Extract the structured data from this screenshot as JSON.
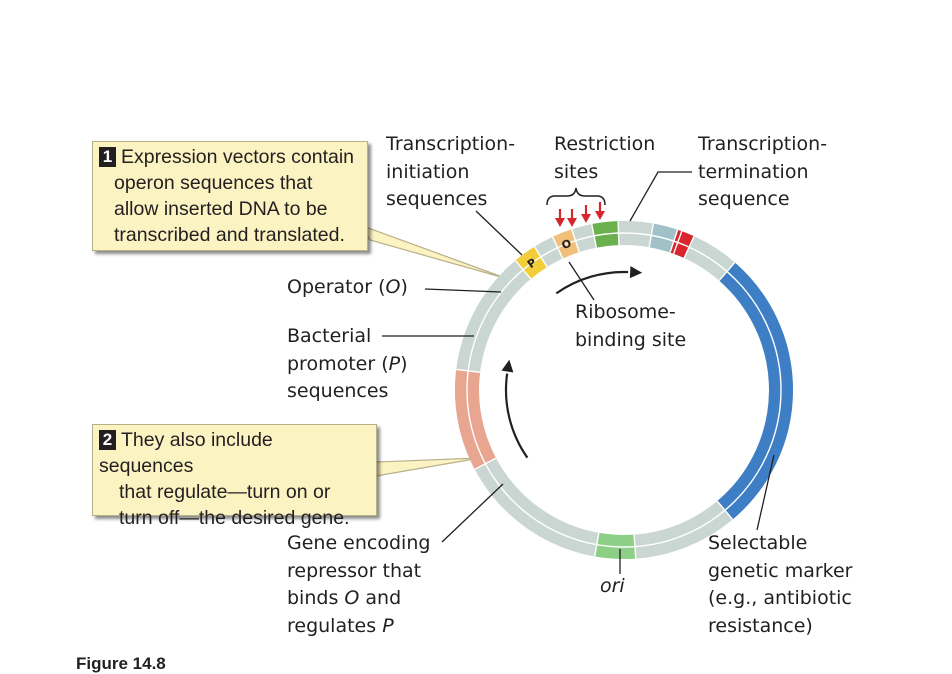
{
  "callouts": [
    {
      "number": "1",
      "lines": [
        "Expression vectors contain",
        "operon sequences that",
        "allow inserted DNA to be",
        "transcribed and translated."
      ]
    },
    {
      "number": "2",
      "lines": [
        "They also include sequences",
        "that regulate—turn on or",
        "turn off—the desired gene."
      ]
    }
  ],
  "labels": {
    "transcription_initiation": [
      "Transcription-",
      "initiation",
      "sequences"
    ],
    "restriction_sites": [
      "Restriction",
      "sites"
    ],
    "transcription_termination": [
      "Transcription-",
      "termination",
      "sequence"
    ],
    "operator": {
      "text": "Operator (",
      "italic": "O",
      "end": ")"
    },
    "promoter": {
      "line1": "Bacterial",
      "line2_text": "promoter (",
      "line2_italic": "P",
      "line2_end": ")",
      "line3": "sequences"
    },
    "ribosome_binding": [
      "Ribosome-",
      "binding site"
    ],
    "gene_repressor": {
      "line1": "Gene encoding",
      "line2": "repressor that",
      "line3_text": "binds ",
      "line3_italic": "O",
      "line3_end": " and",
      "line4_text": "regulates ",
      "line4_italic": "P"
    },
    "ori": "ori",
    "selectable_marker": [
      "Selectable",
      "genetic marker",
      "(e.g., antibiotic",
      "resistance)"
    ]
  },
  "segment_letters": {
    "operator": "O",
    "promoter": "P"
  },
  "figure_caption": "Figure 14.8",
  "colors": {
    "ring": "#c9d6d2",
    "green": "#6ab04c",
    "teal": "#9fc1c7",
    "red": "#d7262e",
    "blue": "#3d7ec4",
    "salmon": "#e8a58f",
    "orange": "#f0c078",
    "yellow": "#f3ce3b",
    "ori_green": "#8ecf87",
    "arrow_red": "#d7262e",
    "callout_bg": "#fbf3c2"
  }
}
